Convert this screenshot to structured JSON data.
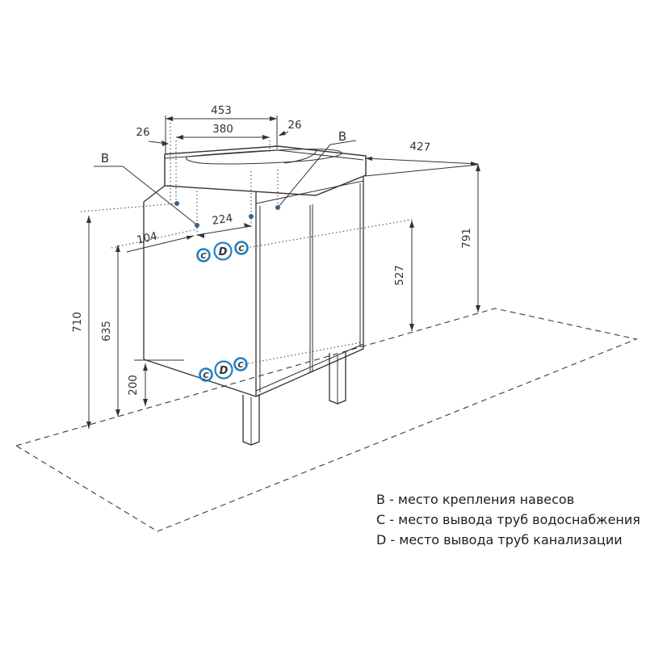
{
  "drawing": {
    "dims": {
      "total_width": "453",
      "basin_width": "380",
      "gap_left": "26",
      "gap_right": "26",
      "depth": "427",
      "total_height": "791",
      "pipe_height": "527",
      "hanger_height": "710",
      "mid_height": "635",
      "leg_height": "200",
      "hanger_offset": "104",
      "hanger_spacing": "224"
    },
    "point_labels": {
      "left": "B",
      "right": "B"
    },
    "markers": {
      "upper": [
        "C",
        "D",
        "C"
      ],
      "lower": [
        "C",
        "D",
        "C"
      ]
    }
  },
  "legend": {
    "lines": [
      "B - место крепления навесов",
      "C - место вывода труб водоснабжения",
      "D - место вывода труб канализации"
    ]
  },
  "colors": {
    "line": "#333333",
    "marker_blue": "#2280c0",
    "dot_blue": "#35648c"
  }
}
